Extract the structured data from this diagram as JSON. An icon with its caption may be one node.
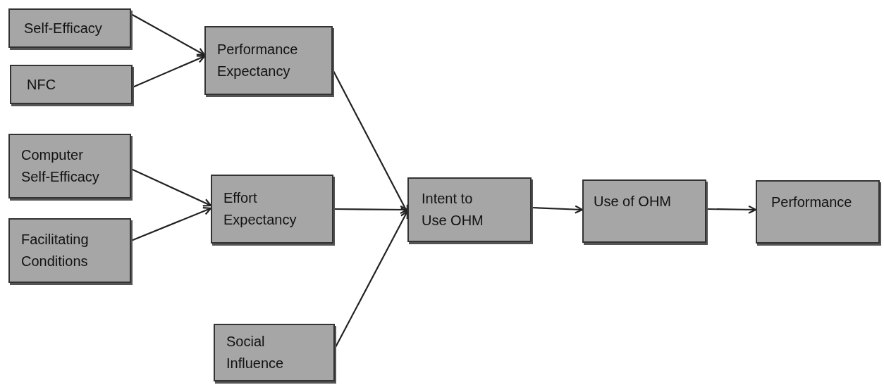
{
  "diagram": {
    "nodes": [
      {
        "text": [
          "Self-Efficacy"
        ]
      },
      {
        "text": [
          "NFC"
        ]
      },
      {
        "text": [
          "Performance Expectancy"
        ]
      },
      {
        "text": [
          "Computer Self-Efficacy"
        ]
      },
      {
        "text": [
          "Facilitating Conditions"
        ]
      },
      {
        "text": [
          "Effort Expectancy"
        ]
      },
      {
        "text": [
          "Intent to Use OHM"
        ]
      },
      {
        "text": [
          "Use of OHM"
        ]
      },
      {
        "text": [
          "Performance"
        ]
      },
      {
        "text": [
          "Social Influence"
        ]
      }
    ],
    "edges": [
      {
        "from": 0,
        "to": 2,
        "arrow": "to"
      },
      {
        "from": 1,
        "to": 2,
        "arrow": "to"
      },
      {
        "from": 3,
        "to": 5,
        "arrow": "to"
      },
      {
        "from": 4,
        "to": 5,
        "arrow": "to"
      },
      {
        "from": 2,
        "to": 6,
        "arrow": "to"
      },
      {
        "from": 5,
        "to": 6,
        "arrow": "to"
      },
      {
        "from": 9,
        "to": 6,
        "arrow": "to"
      },
      {
        "from": 6,
        "to": 7,
        "arrow": "to"
      },
      {
        "from": 7,
        "to": 8,
        "arrow": "to"
      }
    ]
  }
}
